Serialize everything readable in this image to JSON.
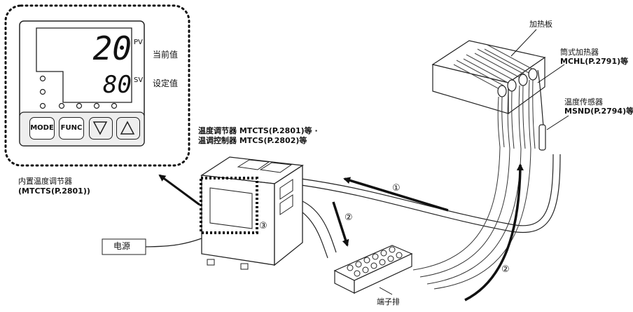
{
  "controller_panel": {
    "pv_value": "20",
    "sv_value": "80",
    "pv_tag": "PV",
    "sv_tag": "SV",
    "pv_caption": "当前值",
    "sv_caption": "设定值",
    "buttons": [
      "MODE",
      "FUNC"
    ]
  },
  "labels": {
    "heater_plate": "加热板",
    "cartridge_heater_cn": "筒式加热器",
    "cartridge_heater_code": "MCHL(P.2791)等",
    "temp_sensor_cn": "温度传感器",
    "temp_sensor_code": "MSND(P.2794)等",
    "controller_line1": "温度调节器 MTCTS(P.2801)等 ·",
    "controller_line2": "温调控制器 MTCS(P.2802)等",
    "builtin_line1": "内置温度调节器",
    "builtin_line2": "(MTCTS(P.2801))",
    "power": "电源",
    "terminal": "端子排"
  },
  "markers": {
    "m1": "①",
    "m2a": "②",
    "m2b": "②",
    "m3": "③"
  }
}
